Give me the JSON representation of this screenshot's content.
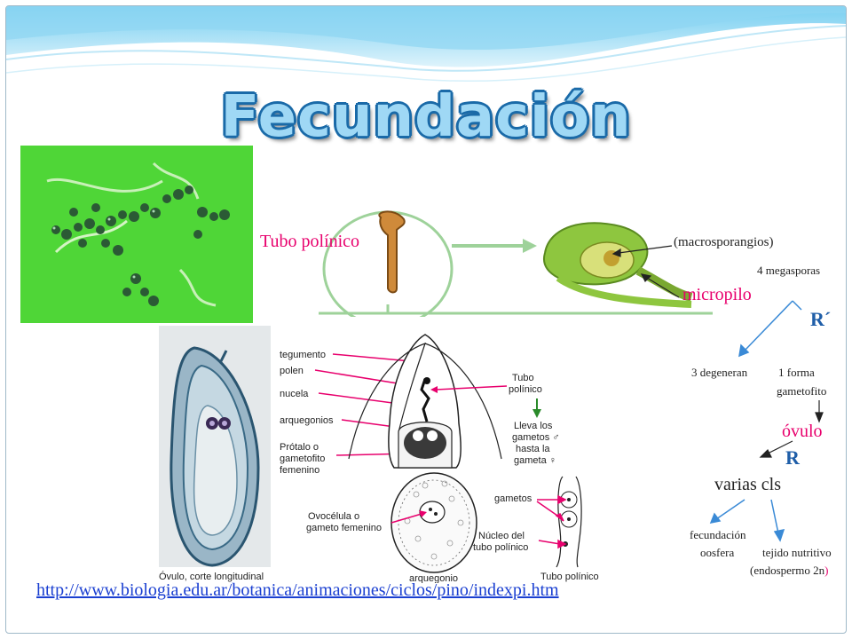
{
  "title": "Fecundación",
  "top_diagram": {
    "tubo_label": "Tubo polínico",
    "macro_label": "(macrosporangios)",
    "micropilo_label": "micropilo"
  },
  "right_notes": {
    "megasporas": "4 megasporas",
    "r_prime": "R´",
    "degeneran": "3 degeneran",
    "forma": "1 forma",
    "gametofito": "gametofito",
    "ovulo": "óvulo",
    "r": "R",
    "varias": "varias cls",
    "fecundacion": "fecundación",
    "oosfera": "oosfera",
    "tejido": "tejido nutritivo",
    "endospermo": "(endospermo 2n",
    "endospermo_close": ")"
  },
  "main_diagram": {
    "labels": {
      "tegumento": "tegumento",
      "polen": "polen",
      "nucela": "nucela",
      "arquegonios": "arquegonios",
      "protalo1": "Prótalo o",
      "protalo2": "gametofito",
      "protalo3": "femenino",
      "tubo1": "Tubo",
      "tubo2": "polínico",
      "lleva1": "Lleva los",
      "lleva2": "gametos ♂",
      "lleva3": "hasta la",
      "lleva4": "gameta ♀",
      "ovocelula1": "Ovocélula o",
      "ovocelula2": "gameto femenino",
      "gametos": "gametos",
      "nucleo1": "Núcleo del",
      "nucleo2": "tubo polínico",
      "arquegonio": "arquegonio",
      "tubo_polinico": "Tubo polínico",
      "ovulo_corte": "Óvulo, corte longitudinal"
    }
  },
  "link": "http://www.biologia.edu.ar/botanica/animaciones/ciclos/pino/indexpi.htm",
  "colors": {
    "accent_red": "#e8006d",
    "accent_blue": "#1f5ea8",
    "title_fill": "#9fd8f5",
    "micro_green": "#3fd22a"
  }
}
